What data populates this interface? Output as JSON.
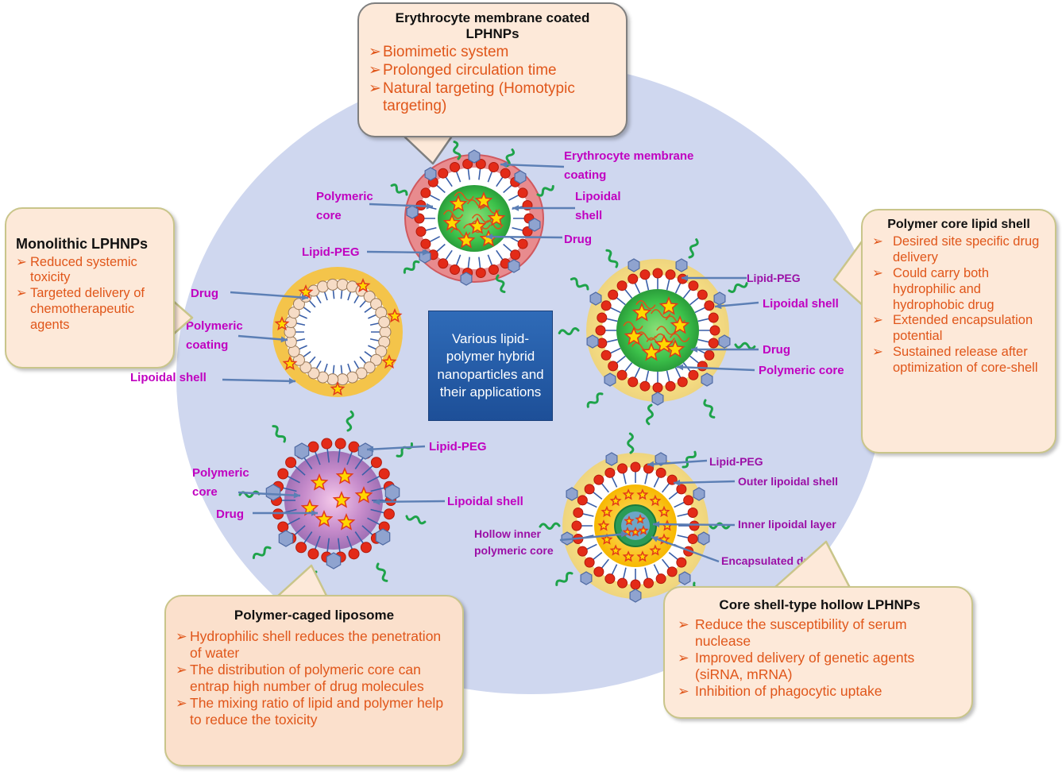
{
  "colors": {
    "background_circle": "#cfd7ef",
    "label_magenta": "#c000c0",
    "bullet_orange": "#e0561a",
    "callout_fill": "#fde9d9",
    "callout_border_olive": "#c9c58a",
    "callout_border_gray": "#7f7f7f",
    "center_box": "#2a61ad",
    "lipid_head_red": "#e32b18",
    "peg_green": "#1ea34a",
    "polymer_hex": "#8fa3cf",
    "drug_star": "#ffd800"
  },
  "center": {
    "text": "Various lipid-polymer hybrid nanoparticles and their applications"
  },
  "callouts": {
    "erythrocyte": {
      "title": "Erythrocyte membrane coated LPHNPs",
      "items": [
        "Biomimetic system",
        "Prolonged circulation time",
        "Natural targeting (Homotypic targeting)"
      ]
    },
    "monolithic": {
      "title": "Monolithic LPHNPs",
      "items": [
        "Reduced systemic toxicity",
        "Targeted delivery of chemotherapeutic agents"
      ]
    },
    "polymer_core": {
      "title": "Polymer core lipid shell",
      "items": [
        "Desired site specific drug delivery",
        "Could carry both hydrophilic and hydrophobic drug",
        "Extended encapsulation potential",
        "Sustained release after optimization of core-shell"
      ]
    },
    "caged": {
      "title": "Polymer-caged liposome",
      "items": [
        "Hydrophilic shell reduces the penetration of water",
        "The distribution of polymeric core can entrap high number of drug molecules",
        "The mixing ratio of lipid and polymer help to reduce the toxicity"
      ]
    },
    "hollow": {
      "title": "Core shell-type hollow LPHNPs",
      "items": [
        "Reduce the susceptibility of serum nuclease",
        "Improved delivery of genetic agents (siRNA, mRNA)",
        "Inhibition of phagocytic uptake"
      ]
    }
  },
  "labels": {
    "erythrocyte": {
      "membrane_1": "Erythrocyte membrane",
      "membrane_2": "coating",
      "core_1": "Polymeric",
      "core_2": "core",
      "lipoidal_1": "Lipoidal",
      "lipoidal_2": "shell",
      "drug": "Drug",
      "lipid_peg": "Lipid-PEG"
    },
    "monolithic": {
      "drug": "Drug",
      "coating_1": "Polymeric",
      "coating_2": "coating",
      "lipoidal": "Lipoidal shell"
    },
    "polymer_core": {
      "lipid_peg": "Lipid-PEG",
      "lipoidal": "Lipoidal shell",
      "drug": "Drug",
      "core": "Polymeric core"
    },
    "caged": {
      "lipid_peg": "Lipid-PEG",
      "core_1": "Polymeric",
      "core_2": "core",
      "drug": "Drug",
      "lipoidal": "Lipoidal shell"
    },
    "hollow": {
      "lipid_peg": "Lipid-PEG",
      "outer": "Outer lipoidal shell",
      "inner_layer": "Inner lipoidal layer",
      "hollow_1": "Hollow inner",
      "hollow_2": "polymeric core",
      "encapsulated": "Encapsulated drug"
    }
  }
}
